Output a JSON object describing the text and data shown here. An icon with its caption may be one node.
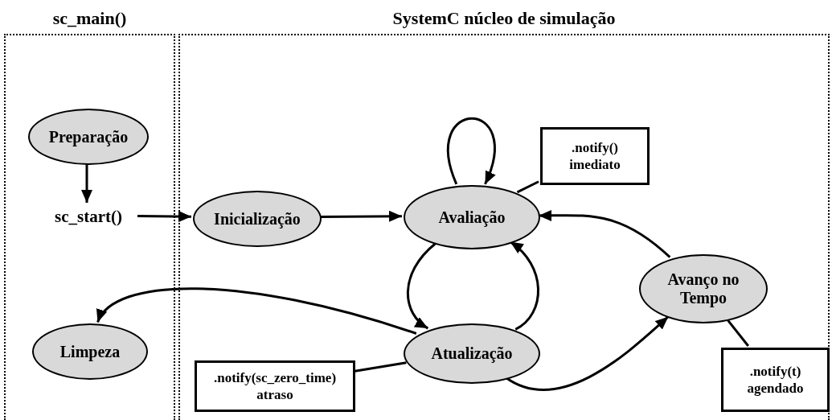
{
  "diagram": {
    "nodes": [
      {
        "text": [
          "sc_main()"
        ]
      },
      {
        "text": [
          "SystemC núcleo de simulação"
        ]
      },
      {
        "text": [
          "Preparação"
        ],
        "in": 0
      },
      {
        "text": [
          "sc_start()"
        ],
        "in": 0
      },
      {
        "text": [
          "Limpeza"
        ],
        "in": 0
      },
      {
        "text": [
          "Inicialização"
        ],
        "in": 1
      },
      {
        "text": [
          "Avaliação"
        ],
        "in": 1
      },
      {
        "text": [
          ".notify()",
          "imediato"
        ],
        "in": 1
      },
      {
        "text": [
          "Avanço no Tempo"
        ],
        "in": 1
      },
      {
        "text": [
          "Atualização"
        ],
        "in": 1
      },
      {
        "text": [
          ".notify(sc_zero_time)",
          "atraso"
        ],
        "in": 1
      },
      {
        "text": [
          ".notify(t)",
          "agendado"
        ],
        "in": 1
      }
    ],
    "edges": [
      {
        "from": 2,
        "to": 3,
        "arrow": "to"
      },
      {
        "from": 3,
        "to": 5,
        "arrow": "to"
      },
      {
        "from": 5,
        "to": 6,
        "arrow": "to"
      },
      {
        "from": 6,
        "to": 6,
        "arrow": "to"
      },
      {
        "from": 6,
        "to": 9,
        "arrow": "to"
      },
      {
        "from": 9,
        "to": 6,
        "arrow": "to"
      },
      {
        "from": 8,
        "to": 6,
        "arrow": "to"
      },
      {
        "from": 9,
        "to": 8,
        "arrow": "to"
      },
      {
        "from": 9,
        "to": 4,
        "arrow": "to"
      },
      {
        "from": 7,
        "to": 6,
        "arrow": "none"
      },
      {
        "from": 10,
        "to": 9,
        "arrow": "none"
      },
      {
        "from": 11,
        "to": 8,
        "arrow": "none"
      }
    ]
  }
}
